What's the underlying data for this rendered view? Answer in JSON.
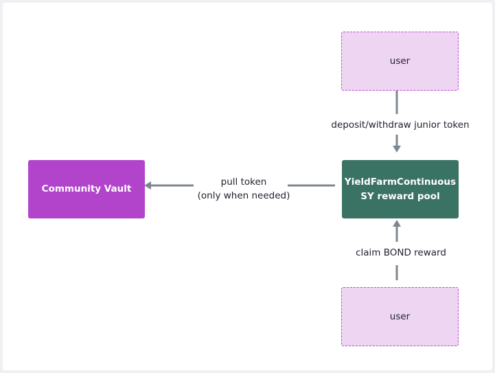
{
  "nodes": {
    "user_top": "user",
    "user_bottom": "user",
    "community_vault": "Community Vault",
    "reward_pool": [
      "YieldFarmContinuous",
      "SY reward pool"
    ]
  },
  "edges": {
    "deposit": "deposit/withdraw junior token",
    "claim": "claim BOND reward",
    "pull": [
      "pull token",
      "(only when needed)"
    ]
  },
  "colors": {
    "user_fill": "#eed5f2",
    "user_border": "#b74ecb",
    "vault": "#b244cb",
    "pool": "#3a7264",
    "edge": "#7d878f"
  }
}
